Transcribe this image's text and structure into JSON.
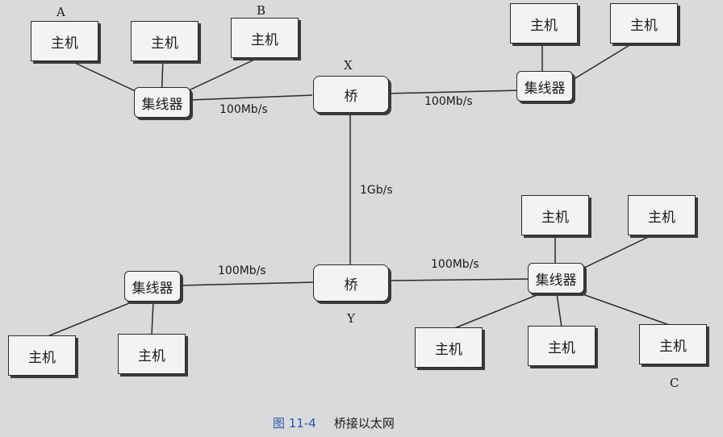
{
  "labels": {
    "host": "主机",
    "hub": "集线器",
    "bridge": "桥",
    "A": "A",
    "B": "B",
    "C": "C",
    "X": "X",
    "Y": "Y"
  },
  "speeds": {
    "hub_tl_to_x": "100Mb/s",
    "x_to_hub_tr": "100Mb/s",
    "x_to_y": "1Gb/s",
    "hub_bl_to_y": "100Mb/s",
    "y_to_hub_br": "100Mb/s"
  },
  "caption": {
    "figure": "图 11-4",
    "title": "桥接以太网"
  },
  "colors": {
    "caption_blue": "#2b5aa8"
  }
}
